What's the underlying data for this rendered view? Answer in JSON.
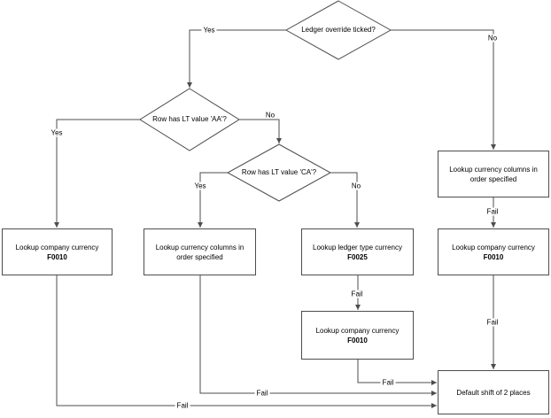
{
  "diagram": {
    "decisions": {
      "ledger_override": "Ledger override ticked?",
      "row_lt_aa": "Row has LT value 'AA'?",
      "row_lt_ca": "Row has LT value 'CA'?"
    },
    "processes": {
      "company_left": {
        "title": "Lookup company currency",
        "code": "F0010"
      },
      "columns_mid": {
        "title": "Lookup currency columns in order specified"
      },
      "ledger_type": {
        "title": "Lookup ledger type currency",
        "code": "F0025"
      },
      "company_mid": {
        "title": "Lookup company currency",
        "code": "F0010"
      },
      "columns_right": {
        "title": "Lookup currency columns in order specified"
      },
      "company_right": {
        "title": "Lookup company currency",
        "code": "F0010"
      },
      "default_shift": {
        "title": "Default shift of 2 places"
      }
    },
    "edge_labels": {
      "yes": "Yes",
      "no": "No",
      "fail": "Fail"
    },
    "colors": {
      "line": "#4d4d4d",
      "text": "#000000",
      "background": "#ffffff"
    }
  }
}
